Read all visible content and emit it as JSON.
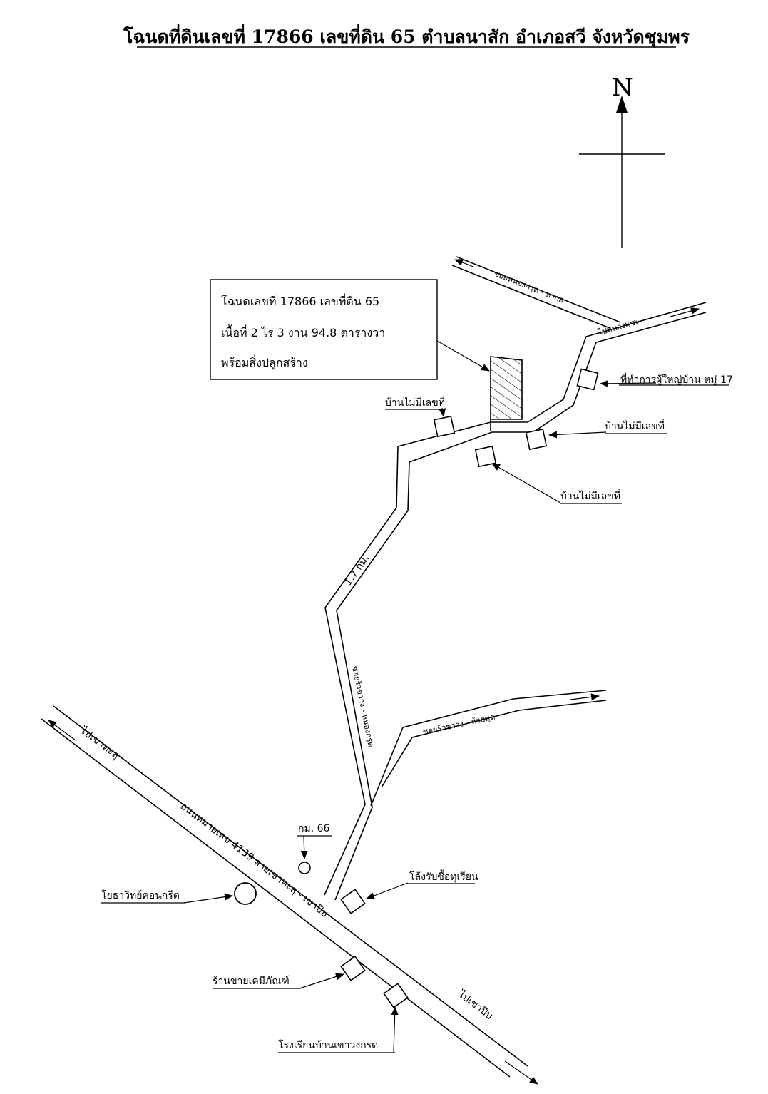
{
  "title": "โฉนดที่ดินเลขที่ 17866 เลขที่ดิน 65 ตำบลนาสัก อำเภอสวี จังหวัดชุมพร",
  "compass": {
    "north_label": "N"
  },
  "info_box": {
    "line1": "โฉนดเลขที่ 17866 เลขที่ดิน 65",
    "line2": "เนื้อที่ 2 ไร่ 3 งาน 94.8 ตารางวา",
    "line3": "พร้อมสิ่งปลูกสร้าง"
  },
  "roads": {
    "top_soi": "ซอยหนองกรุด - ปากอ",
    "to_nong_chae": "ไปหนองแซะ",
    "distance": "1.7 กม.",
    "main_soi": "ซอยร้วขวาง - หนองกรุด",
    "east_soi": "ซอยร้วขวาง - ห้วยมุด",
    "highway": "ถนนหมายเลข 4139 สายเขาทะลุ - เขาปีบ",
    "to_khao_thalu": "ไปเขาทะลุ",
    "to_khao_pip": "ไปเขาปีบ"
  },
  "landmarks": {
    "village_office": "ที่ทำการผู้ใหญ่บ้าน หมู่ 17",
    "house_no_number_1": "บ้านไม่มีเลขที่",
    "house_no_number_2": "บ้านไม่มีเลขที่",
    "house_no_number_3": "บ้านไม่มีเลขที่",
    "km_marker": "กม. 66",
    "concrete_pole": "โยธาวิทย์คอนกรีต",
    "durian_depot": "โล้งรับซื้อทุเรียน",
    "chemical_shop": "ร้านขายเคมีภัณฑ์",
    "school": "โรงเรียนบ้านเขาวงกรด"
  }
}
